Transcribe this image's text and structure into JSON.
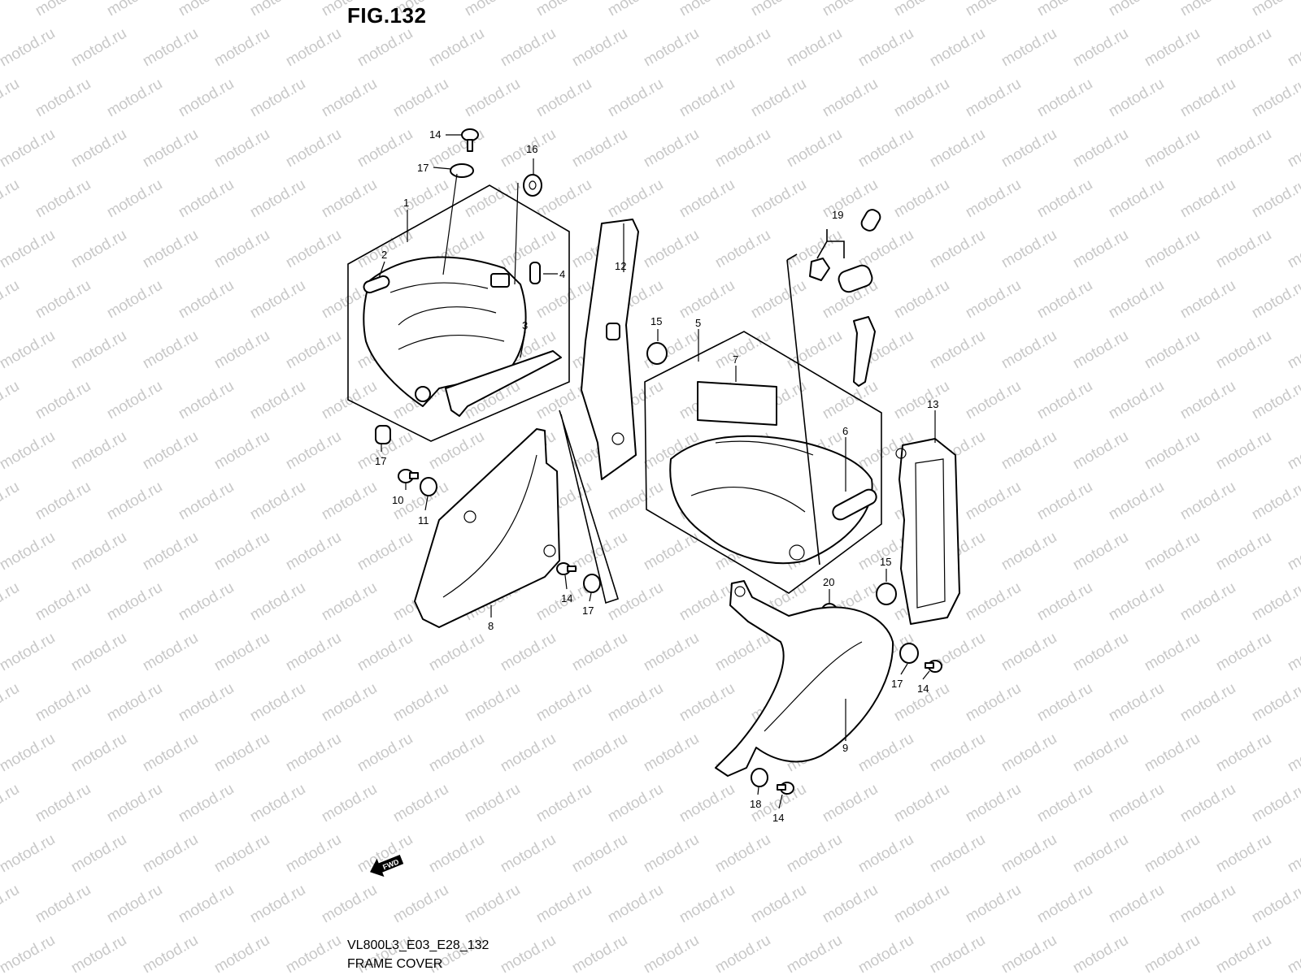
{
  "figure_title": "FIG.132",
  "footer": {
    "model_code": "VL800L3_E03_E28_132",
    "assembly_name": "FRAME COVER"
  },
  "watermark_text": "motod.ru",
  "fwd_badge": "FWD",
  "callouts": [
    "14",
    "17",
    "16",
    "1",
    "2",
    "4",
    "3",
    "12",
    "15",
    "5",
    "7",
    "19",
    "6",
    "13",
    "17",
    "10",
    "11",
    "14",
    "17",
    "8",
    "15",
    "20",
    "17",
    "14",
    "9",
    "18",
    "14"
  ]
}
